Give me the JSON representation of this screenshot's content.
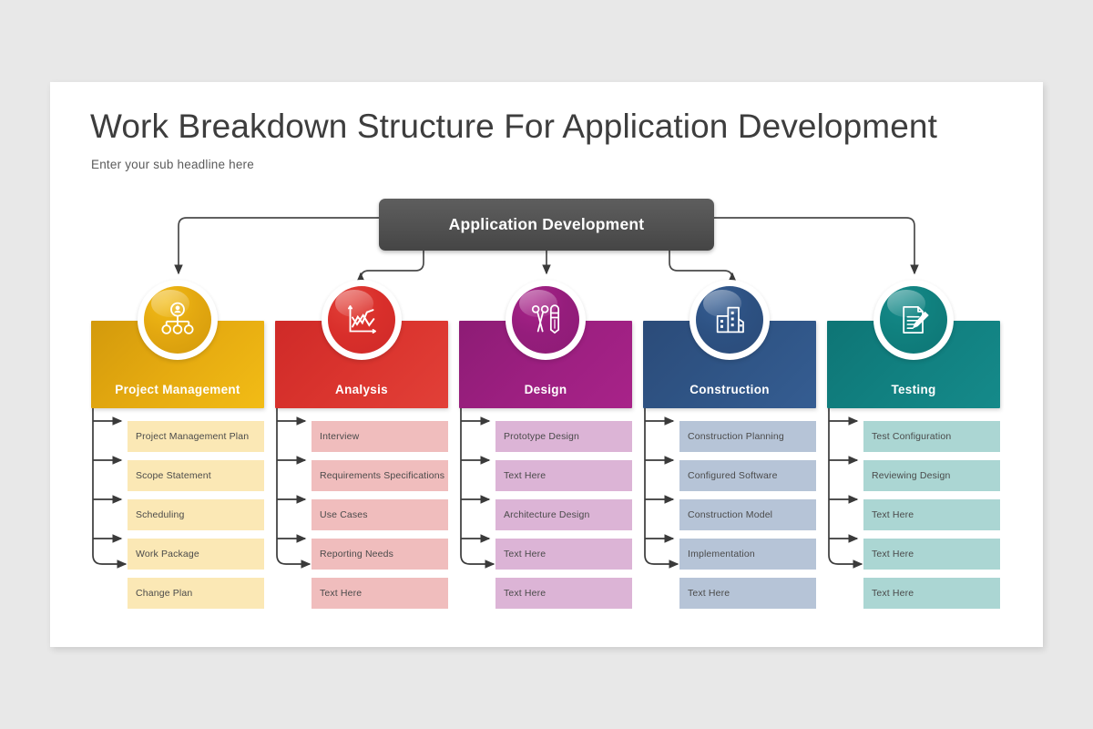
{
  "page": {
    "title": "Work Breakdown Structure For Application Development",
    "subtitle": "Enter your sub headline  here",
    "background_color": "#e8e8e8",
    "card_color": "#ffffff"
  },
  "root": {
    "label": "Application Development",
    "color": "#515151",
    "text_color": "#ffffff"
  },
  "columns": [
    {
      "id": "project-management",
      "label": "Project Management",
      "icon": "org-chart-icon",
      "header_color": "#e5aa10",
      "header_gradient_from": "#d39a0c",
      "header_gradient_to": "#f2bc16",
      "badge_color": "#e3a810",
      "item_color": "#fbe8b5",
      "items": [
        "Project Management Plan",
        "Scope Statement",
        "Scheduling",
        "Work Package",
        "Change Plan"
      ]
    },
    {
      "id": "analysis",
      "label": "Analysis",
      "icon": "line-chart-icon",
      "header_color": "#da342e",
      "header_gradient_from": "#cf2a28",
      "header_gradient_to": "#e24038",
      "badge_color": "#d92f2b",
      "item_color": "#f0bdbd",
      "items": [
        "Interview",
        "Requirements  Specifications",
        "Use Cases",
        "Reporting  Needs",
        "Text Here"
      ]
    },
    {
      "id": "design",
      "label": "Design",
      "icon": "scissors-pencil-icon",
      "header_color": "#9c1f80",
      "header_gradient_from": "#8d1c75",
      "header_gradient_to": "#a82389",
      "badge_color": "#951d7c",
      "item_color": "#dcb4d6",
      "items": [
        "Prototype Design",
        "Text Here",
        "Architecture Design",
        "Text Here",
        "Text Here"
      ]
    },
    {
      "id": "construction",
      "label": "Construction",
      "icon": "buildings-icon",
      "header_color": "#2f5485",
      "header_gradient_from": "#2b4b79",
      "header_gradient_to": "#355d92",
      "badge_color": "#2d5182",
      "item_color": "#b6c4d7",
      "items": [
        "Construction Planning",
        "Configured Software",
        "Construction Model",
        "Implementation",
        "Text Here"
      ]
    },
    {
      "id": "testing",
      "label": "Testing",
      "icon": "document-pencil-icon",
      "header_color": "#118080",
      "header_gradient_from": "#0e7575",
      "header_gradient_to": "#158a8a",
      "badge_color": "#10807e",
      "item_color": "#abd6d3",
      "items": [
        "Test Configuration",
        "Reviewing Design",
        "Text Here",
        "Text Here",
        "Text Here"
      ]
    }
  ]
}
